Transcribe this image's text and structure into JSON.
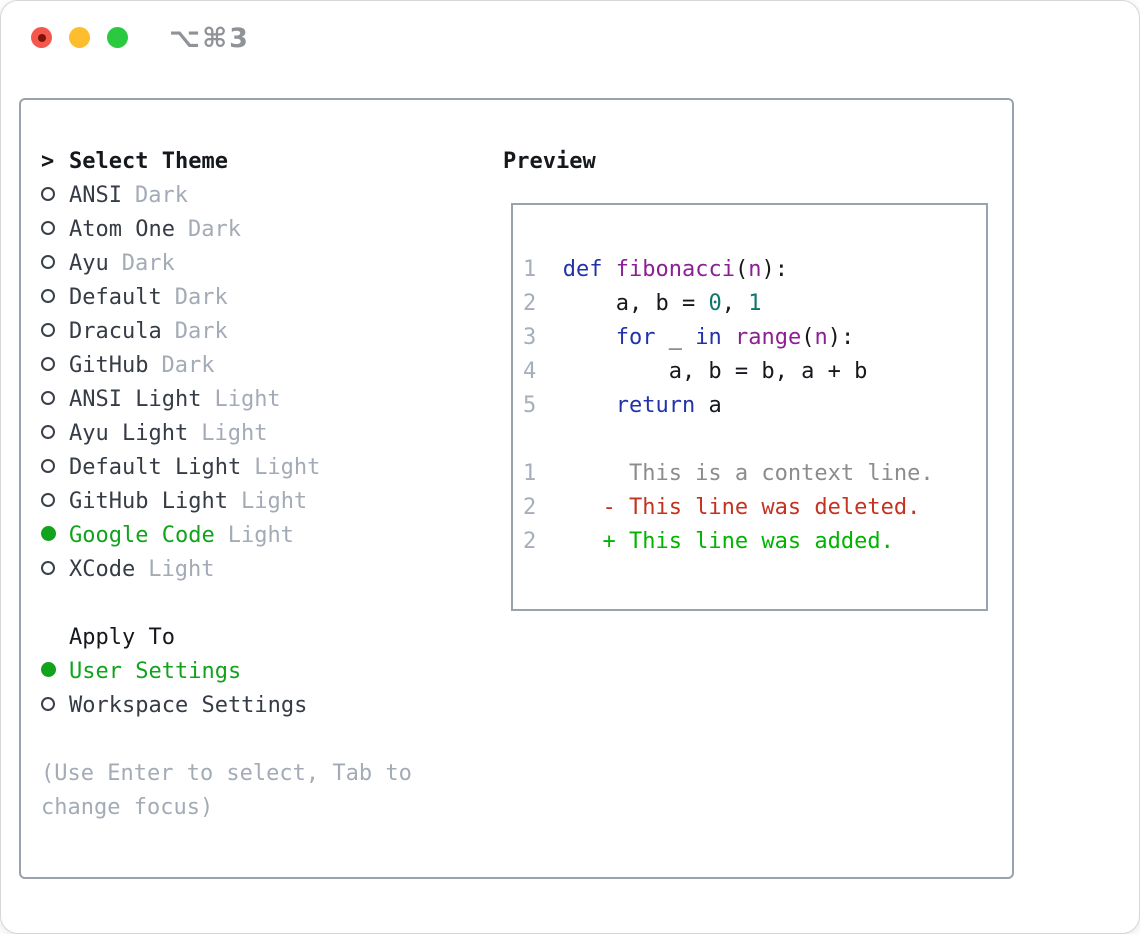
{
  "window": {
    "title": "⌥⌘3"
  },
  "theme_selector": {
    "prompt": ">",
    "header": "Select Theme",
    "items": [
      {
        "name": "ANSI",
        "variant": "Dark",
        "selected": false
      },
      {
        "name": "Atom One",
        "variant": "Dark",
        "selected": false
      },
      {
        "name": "Ayu",
        "variant": "Dark",
        "selected": false
      },
      {
        "name": "Default",
        "variant": "Dark",
        "selected": false
      },
      {
        "name": "Dracula",
        "variant": "Dark",
        "selected": false
      },
      {
        "name": "GitHub",
        "variant": "Dark",
        "selected": false
      },
      {
        "name": "ANSI Light",
        "variant": "Light",
        "selected": false
      },
      {
        "name": "Ayu Light",
        "variant": "Light",
        "selected": false
      },
      {
        "name": "Default Light",
        "variant": "Light",
        "selected": false
      },
      {
        "name": "GitHub Light",
        "variant": "Light",
        "selected": false
      },
      {
        "name": "Google Code",
        "variant": "Light",
        "selected": true
      },
      {
        "name": "XCode",
        "variant": "Light",
        "selected": false
      }
    ]
  },
  "apply_to": {
    "header": "Apply To",
    "items": [
      {
        "name": "User Settings",
        "selected": true
      },
      {
        "name": "Workspace Settings",
        "selected": false
      }
    ]
  },
  "help_text": "(Use Enter to select, Tab to change focus)",
  "preview": {
    "header": "Preview",
    "lines": [
      {
        "num": "1",
        "tokens": [
          {
            "t": "def",
            "s": "kw"
          },
          {
            "t": " "
          },
          {
            "t": "fibonacci",
            "s": "fn"
          },
          {
            "t": "("
          },
          {
            "t": "n",
            "s": "fn"
          },
          {
            "t": "):"
          }
        ]
      },
      {
        "num": "2",
        "tokens": [
          {
            "t": "    a, b = "
          },
          {
            "t": "0",
            "s": "num"
          },
          {
            "t": ", "
          },
          {
            "t": "1",
            "s": "num"
          }
        ]
      },
      {
        "num": "3",
        "tokens": [
          {
            "t": "    "
          },
          {
            "t": "for",
            "s": "kw"
          },
          {
            "t": " _ "
          },
          {
            "t": "in",
            "s": "kw"
          },
          {
            "t": " "
          },
          {
            "t": "range",
            "s": "fn"
          },
          {
            "t": "("
          },
          {
            "t": "n",
            "s": "fn"
          },
          {
            "t": "):"
          }
        ]
      },
      {
        "num": "4",
        "tokens": [
          {
            "t": "        a, b = b, a + b"
          }
        ]
      },
      {
        "num": "5",
        "tokens": [
          {
            "t": "    "
          },
          {
            "t": "return",
            "s": "kw"
          },
          {
            "t": " a"
          }
        ]
      },
      {
        "num": "",
        "tokens": []
      },
      {
        "num": "1",
        "tokens": [
          {
            "t": "     This is a context line.",
            "s": "ctx"
          }
        ]
      },
      {
        "num": "2",
        "tokens": [
          {
            "t": "   - This line was deleted.",
            "s": "del"
          }
        ]
      },
      {
        "num": "2",
        "tokens": [
          {
            "t": "   + This line was added.",
            "s": "add"
          }
        ]
      }
    ]
  },
  "colors": {
    "selection_green": "#12a31d",
    "keyword_blue": "#2233aa",
    "function_purple": "#8d1f96",
    "number_teal": "#10756c",
    "context_gray": "#8c8c8c",
    "deleted_red": "#c5321f",
    "added_green": "#00b400",
    "line_number_gray": "#a6aebb",
    "panel_border_gray": "#9aa2ad"
  }
}
